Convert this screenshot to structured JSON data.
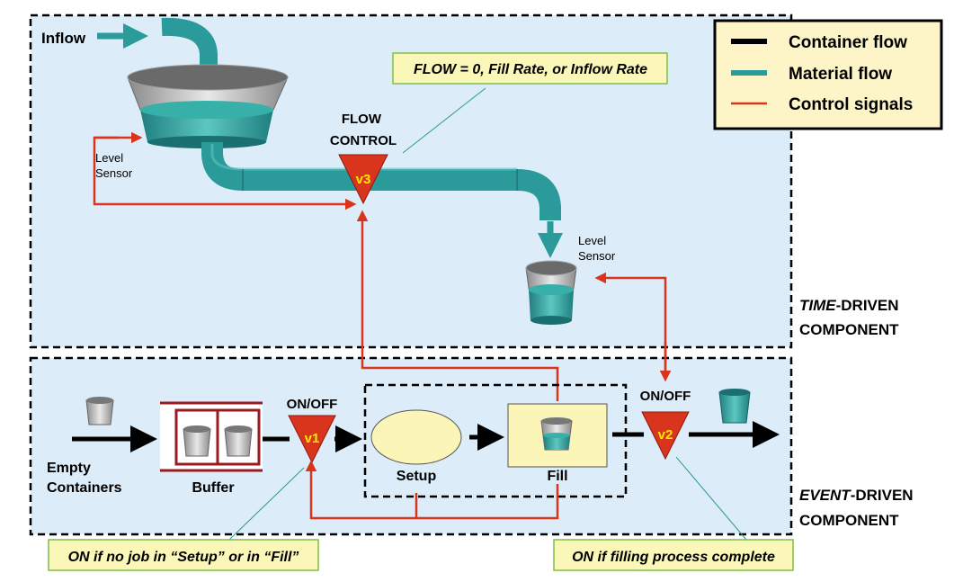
{
  "labels": {
    "inflow": "Inflow",
    "level_sensor_top": [
      "Level",
      "Sensor"
    ],
    "level_sensor_right": [
      "Level",
      "Sensor"
    ],
    "flow_control": [
      "FLOW",
      "CONTROL"
    ],
    "flow_note": "FLOW = 0, Fill Rate, or Inflow Rate",
    "v1": "v1",
    "v2": "v2",
    "v3": "v3",
    "on_off_v1": "ON/OFF",
    "on_off_v2": "ON/OFF",
    "empty_containers": [
      "Empty",
      "Containers"
    ],
    "buffer": "Buffer",
    "setup": "Setup",
    "fill": "Fill",
    "note_v1": "ON if no job in “Setup” or in “Fill”",
    "note_v2": "ON if filling process complete",
    "time_driven": [
      "TIME",
      "-DRIVEN",
      "COMPONENT"
    ],
    "event_driven": [
      "EVENT",
      "-DRIVEN",
      "COMPONENT"
    ]
  },
  "legend": [
    {
      "label": "Container flow",
      "color": "#000000"
    },
    {
      "label": "Material flow",
      "color": "#2a9a9a"
    },
    {
      "label": "Control signals",
      "color": "#d9341c"
    }
  ],
  "colors": {
    "panel": "#dcecf8",
    "material": "#2a9a9a",
    "control": "#d9341c",
    "valve": "#d9341c",
    "valve_text": "#ffe800",
    "note_bg": "#fbf7b8",
    "note_border": "#7fbf4a",
    "legend_bg": "#fdf5c8"
  }
}
